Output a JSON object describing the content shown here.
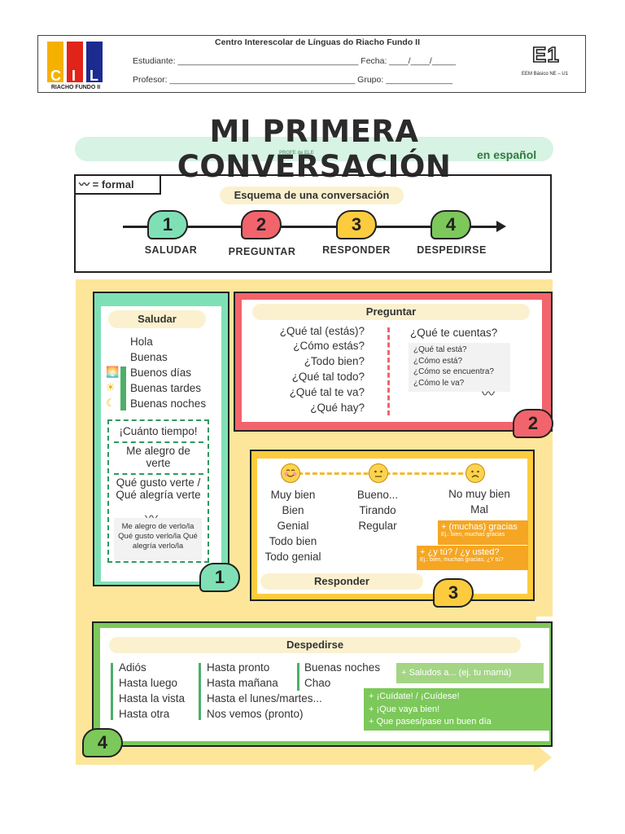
{
  "header": {
    "logo_letters": [
      "C",
      "I",
      "L"
    ],
    "logo_sub": "RIACHO FUNDO II",
    "school": "Centro Interescolar de Línguas do Riacho Fundo II",
    "student_line": "Estudiante: ______________________________________ Fecha: ____/____/_____",
    "teacher_line": "Profesor: _______________________________________ Grupo: ______________",
    "level": "E1",
    "level_sub": "EEM Básico NE – U1"
  },
  "title": {
    "main": "MI PRIMERA CONVERSACIÓN",
    "sub": "en español",
    "brand": "PROFE de ELE"
  },
  "scheme": {
    "formal_label": "= formal",
    "title": "Esquema de una conversación",
    "steps": [
      {
        "num": "1",
        "label": "SALUDAR"
      },
      {
        "num": "2",
        "label": "PREGUNTAR"
      },
      {
        "num": "3",
        "label": "RESPONDER"
      },
      {
        "num": "4",
        "label": "DESPEDIRSE"
      }
    ]
  },
  "saludar": {
    "title": "Saludar",
    "num": "1",
    "items": [
      "Hola",
      "Buenas",
      "Buenos días",
      "Buenas tardes",
      "Buenas noches"
    ],
    "time_icons": [
      "sunrise-icon",
      "sun-icon",
      "moon-icon"
    ],
    "extra": [
      "¡Cuánto tiempo!",
      "Me alegro de verte",
      "Qué gusto verte / Qué alegría verte"
    ],
    "formal": "Me alegro de verlo/la Qué gusto verlo/la Qué alegría verlo/la"
  },
  "preguntar": {
    "title": "Preguntar",
    "num": "2",
    "left": [
      "¿Qué tal (estás)?",
      "¿Cómo estás?",
      "¿Todo bien?",
      "¿Qué tal todo?",
      "¿Qué tal te va?",
      "¿Qué hay?"
    ],
    "right": "¿Qué te cuentas?",
    "formal": [
      "¿Qué tal está?",
      "¿Cómo está?",
      "¿Cómo se encuentra?",
      "¿Cómo le va?"
    ]
  },
  "responder": {
    "title": "Responder",
    "num": "3",
    "faces": [
      "happy-face-icon",
      "neutral-face-icon",
      "sad-face-icon"
    ],
    "col1": [
      "Muy bien",
      "Bien",
      "Genial",
      "Todo bien",
      "Todo genial"
    ],
    "col2": [
      "Bueno...",
      "Tirando",
      "Regular"
    ],
    "col3": [
      "No muy bien",
      "Mal"
    ],
    "tag1": "+ (muchas) gracias",
    "tag1_ex": "Ej.: bien, muchas gracias",
    "tag2": "+ ¿y tú? / ¿y usted?",
    "tag2_ex": "Ej.: bien, muchas gracias, ¿Y tú?"
  },
  "despedirse": {
    "title": "Despedirse",
    "num": "4",
    "col1": [
      "Adiós",
      "Hasta luego",
      "Hasta la vista",
      "Hasta otra"
    ],
    "col2": [
      "Hasta pronto",
      "Hasta mañana",
      "Hasta el lunes/martes...",
      "Nos vemos (pronto)"
    ],
    "col3": [
      "Buenas noches",
      "Chao"
    ],
    "tip1": "+ Saludos a... (ej. tu mamá)",
    "tip2": [
      "+ ¡Cuídate! / ¡Cuídese!",
      "+ ¡Que vaya bien!",
      "+ Que pases/pase un buen día"
    ]
  },
  "colors": {
    "step1": "#7fe0b6",
    "step2": "#f2646c",
    "step3": "#fccc3e",
    "step4": "#7cc85a",
    "panel": "#fde69a"
  }
}
